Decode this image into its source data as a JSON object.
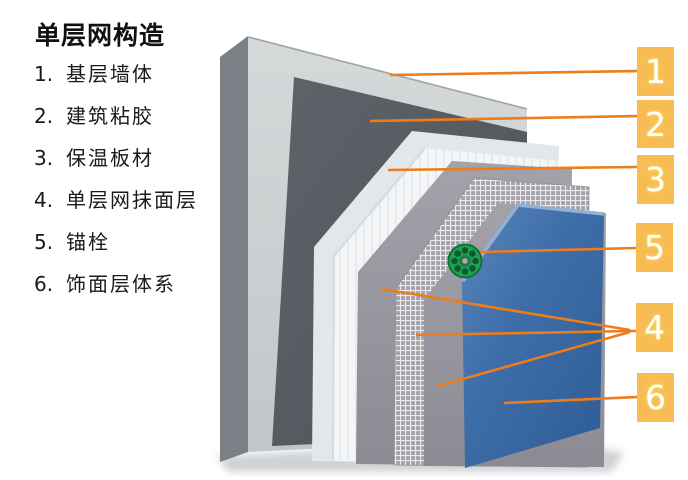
{
  "title": "单层网构造",
  "legend": {
    "items": [
      {
        "num": "1.",
        "label": "基层墙体"
      },
      {
        "num": "2.",
        "label": "建筑粘胶"
      },
      {
        "num": "3.",
        "label": "保温板材"
      },
      {
        "num": "4.",
        "label": "单层网抹面层"
      },
      {
        "num": "5.",
        "label": "锚栓"
      },
      {
        "num": "6.",
        "label": "饰面层体系"
      }
    ]
  },
  "callouts": {
    "box_color": "#F8BC55",
    "line_color": "#EC7D1C",
    "boxes": [
      {
        "label": "1",
        "points_to": "基层墙体"
      },
      {
        "label": "2",
        "points_to": "建筑粘胶"
      },
      {
        "label": "3",
        "points_to": "保温板材"
      },
      {
        "label": "5",
        "points_to": "锚栓"
      },
      {
        "label": "4",
        "points_to": "单层网抹面层"
      },
      {
        "label": "6",
        "points_to": "饰面层体系"
      }
    ]
  },
  "diagram": {
    "description": "Exploded 3D view of single-layer-mesh external wall insulation system",
    "layers": [
      {
        "name": "base-wall",
        "label": "基层墙体",
        "color": "#CDD1D3"
      },
      {
        "name": "adhesive",
        "label": "建筑粘胶",
        "color": "#585D63"
      },
      {
        "name": "insulation-board",
        "label": "保温板材",
        "color": "#F3F5F7"
      },
      {
        "name": "mesh-render-coat",
        "label": "单层网抹面层",
        "color": "#9B99A1"
      },
      {
        "name": "anchor",
        "label": "锚栓",
        "color": "#1E9B4E"
      },
      {
        "name": "finish-panel",
        "label": "饰面层体系",
        "color": "#3E6EA9"
      }
    ]
  }
}
